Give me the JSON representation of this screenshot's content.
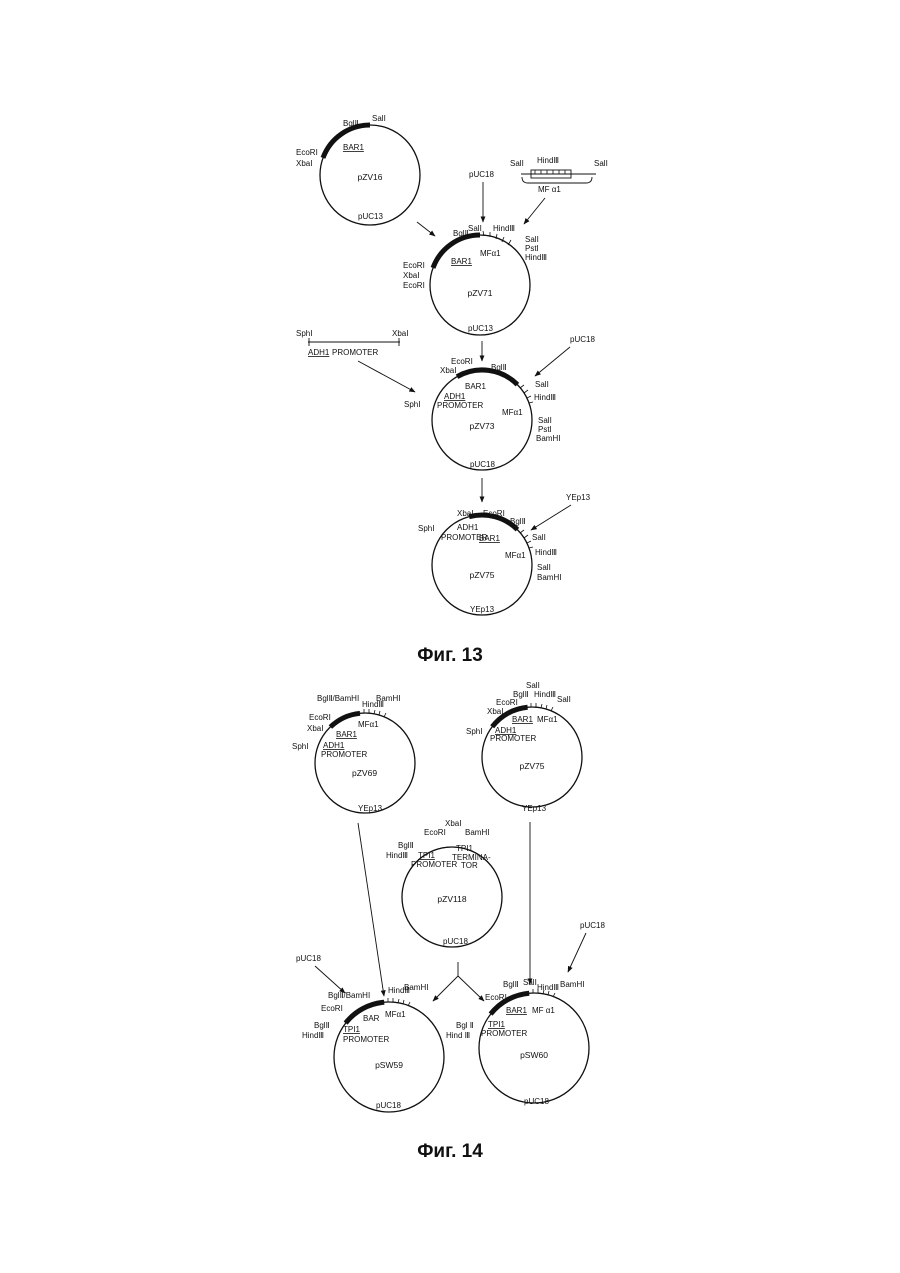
{
  "figures": {
    "fig13": {
      "caption": "Фиг. 13",
      "pzv16": {
        "name": "pZV16",
        "backbone": "pUC13",
        "labels": {
          "bglii": "BglⅡ",
          "sali": "SalI",
          "ecori": "EcoRI",
          "xbai": "XbaI",
          "bar1": "BAR1"
        }
      },
      "insert_puc18_mfa1": {
        "source": "pUC18",
        "labels": {
          "sali_left": "SalI",
          "hindiii": "HindⅢ",
          "sali_right": "SalI",
          "mf": "MF α1"
        }
      },
      "pzv71": {
        "name": "pZV71",
        "backbone": "pUC13",
        "labels": {
          "bglii": "BglⅡ",
          "sali": "SalI",
          "hindiii": "HindⅢ",
          "sali2": "SalI",
          "psti": "PstI",
          "hindiii2": "HindⅢ",
          "ecori": "EcoRI",
          "xbai": "XbaI",
          "ecori2": "EcoRI",
          "bar1": "BAR1",
          "mf": "MFα1"
        }
      },
      "adh1_fragment": {
        "labels": {
          "sphi": "SphI",
          "xbai": "XbaI",
          "adh1": "ADH1",
          "promoter": "PROMOTER"
        }
      },
      "pzv73": {
        "name": "pZV73",
        "backbone": "pUC18",
        "source": "pUC18",
        "labels": {
          "ecori": "EcoRI",
          "xbai": "XbaI",
          "bglii": "BglⅡ",
          "sphi": "SphI",
          "bar1": "BAR1",
          "adh1": "ADH1",
          "promoter": "PROMOTER",
          "sali": "SalI",
          "hindiii": "HindⅢ",
          "mf": "MFα1",
          "sali2": "SalI",
          "psti": "PstI",
          "bamhi": "BamHI"
        }
      },
      "pzv75": {
        "name": "pZV75",
        "backbone": "YEp13",
        "source": "YEp13",
        "labels": {
          "xbai": "XbaI",
          "ecori": "EcoRI",
          "bglii": "BglⅡ",
          "sphi": "SphI",
          "adh1": "ADH1",
          "promoter": "PROMOTER",
          "bar1": "BAR1",
          "sali": "SalI",
          "hindiii": "HindⅢ",
          "mf": "MFα1",
          "sali2": "SalI",
          "bamhi": "BamHI"
        }
      }
    },
    "fig14": {
      "caption": "Фиг. 14",
      "pzv69": {
        "name": "pZV69",
        "backbone": "YEp13",
        "labels": {
          "bglii_bamhi": "BglⅡ/BamHI",
          "hindiii": "HindⅢ",
          "bamhi": "BamHI",
          "ecori": "EcoRI",
          "xbai": "XbaI",
          "mf": "MFα1",
          "bar1": "BAR1",
          "sphi": "SphI",
          "adh1": "ADH1",
          "promoter": "PROMOTER"
        }
      },
      "pzv75": {
        "name": "pZV75",
        "backbone": "YEp13",
        "labels": {
          "sali": "SalI",
          "bglii": "BglⅡ",
          "hindiii": "HindⅢ",
          "sali2": "SalI",
          "ecori": "EcoRI",
          "xbai": "XbaI",
          "bar1": "BAR1",
          "mf": "MFα1",
          "sphi": "SphI",
          "adh1": "ADH1",
          "promoter": "PROMOTER"
        }
      },
      "pzv118": {
        "name": "pZV118",
        "backbone": "pUC18",
        "labels": {
          "xbai": "XbaI",
          "ecori": "EcoRI",
          "bamhi": "BamHI",
          "bglii": "BglⅡ",
          "tpi1": "TPI1",
          "hindiii": "HindⅢ",
          "tpi1_promoter": "TPI1",
          "promoter": "PROMOTER",
          "termina": "TERMINA-",
          "tor": "TOR"
        }
      },
      "psw59": {
        "name": "pSW59",
        "backbone": "pUC18",
        "source": "pUC18",
        "labels": {
          "bglii_bamhi": "BglⅡ/BamHI",
          "hindiii": "HindⅢ",
          "bamhi": "BamHI",
          "ecori": "EcoRI",
          "bar1": "BAR",
          "mf": "MFα1",
          "bglii": "BglⅡ",
          "hindiii2": "HindⅢ",
          "tpi1": "TPI1",
          "promoter": "PROMOTER"
        }
      },
      "psw60": {
        "name": "pSW60",
        "backbone": "pUC18",
        "source": "pUC18",
        "labels": {
          "bglii": "BglⅡ",
          "sali": "SalI",
          "hindiii": "HindⅢ",
          "bamhi": "BamHI",
          "ecori": "EcoRI",
          "bar1": "BAR1",
          "mf": "MF α1",
          "bglii2": "Bgl Ⅱ",
          "hindiii2": "Hind Ⅲ",
          "tpi1": "TPI1",
          "promoter": "PROMOTER"
        }
      }
    }
  }
}
